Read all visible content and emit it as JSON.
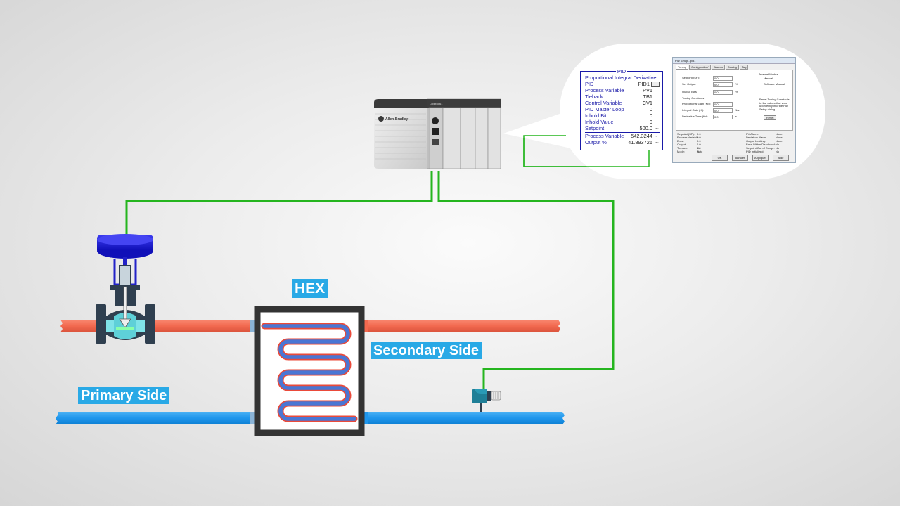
{
  "labels": {
    "hex": "HEX",
    "secondary_side": "Secondary Side",
    "primary_side": "Primary Side"
  },
  "pid_block": {
    "title": "PID",
    "subtitle": "Proportional Integral Derivative",
    "rows": [
      {
        "key": "PID",
        "value": "PID1"
      },
      {
        "key": "Process Variable",
        "value": "PV1"
      },
      {
        "key": "Tieback",
        "value": "TB1"
      },
      {
        "key": "Control Variable",
        "value": "CV1"
      },
      {
        "key": "PID Master Loop",
        "value": "0"
      },
      {
        "key": "Inhold Bit",
        "value": "0"
      },
      {
        "key": "Inhold Value",
        "value": "0"
      },
      {
        "key": "Setpoint",
        "value": "500.0"
      },
      {
        "key": "Process Variable",
        "value": "542.3244"
      },
      {
        "key": "Output %",
        "value": "41.893726"
      }
    ]
  },
  "pid_dialog": {
    "title": "PID Setup - pid1",
    "tabs": [
      "Tuning",
      "Configuration*",
      "Alarms",
      "Scaling",
      "Tag"
    ],
    "fields": [
      {
        "key": "Setpoint (SP):",
        "value": "0.0",
        "unit": ""
      },
      {
        "key": "Set Output:",
        "value": "0.0",
        "unit": "%"
      },
      {
        "key": "Output Bias:",
        "value": "0.0",
        "unit": "%"
      },
      {
        "key": "Tuning Constants",
        "value": "",
        "unit": ""
      },
      {
        "key": "Proportional Gain (Kp):",
        "value": "0.0",
        "unit": ""
      },
      {
        "key": "Integral Gain (Ki):",
        "value": "0.0",
        "unit": "1/s"
      },
      {
        "key": "Derivative Time (Kd):",
        "value": "0.0",
        "unit": "s"
      }
    ],
    "manual_mode": "Manual Modes",
    "manual": "Manual",
    "software_manual": "Software Manual",
    "reset_note": "Reset Tuning Constants to the values that were upon entry into the PID Setup dialog.",
    "reset_button": "Reset",
    "stats_left": [
      {
        "key": "Setpoint (SP):",
        "value": "0.0"
      },
      {
        "key": "Process Variable:",
        "value": "0.0"
      },
      {
        "key": "Error:",
        "value": "0.0"
      },
      {
        "key": "Output:",
        "value": "0.0 %"
      },
      {
        "key": "Tieback:",
        "value": "0.0 %"
      },
      {
        "key": "Mode:",
        "value": "Auto"
      }
    ],
    "stats_right": [
      {
        "key": "PV Alarm:",
        "value": "None"
      },
      {
        "key": "Deviation Alarm:",
        "value": "None"
      },
      {
        "key": "Output Limiting:",
        "value": "None"
      },
      {
        "key": "Error Within Deadband:",
        "value": "No"
      },
      {
        "key": "Setpoint Out of Range:",
        "value": "No"
      },
      {
        "key": "PID Initialized:",
        "value": "No"
      }
    ],
    "buttons": [
      "OK",
      "Annuler",
      "Appliquer",
      "Aide"
    ]
  },
  "plc": {
    "brand": "Allen-Bradley",
    "module_tag": "Logix5561"
  },
  "colors": {
    "hot_pipe": "#f2694f",
    "cold_pipe": "#1f96ec",
    "signal_wire": "#25b51f",
    "label_bg": "#29a9e6",
    "valve_actuator": "#1f1fd6",
    "valve_body": "#2f3f4f",
    "hex_frame": "#333333"
  },
  "icons": [
    "control-valve-icon",
    "temperature-sensor-icon",
    "plc-rack-icon"
  ]
}
